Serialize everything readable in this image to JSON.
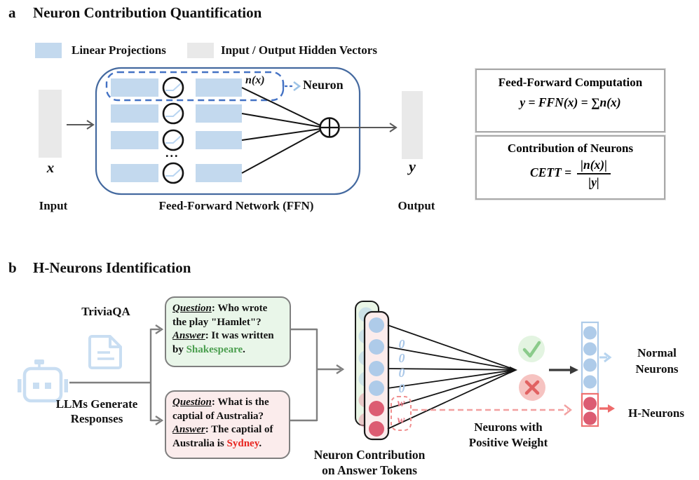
{
  "panel_a": {
    "label": "a",
    "title": "Neuron Contribution Quantification",
    "legend": {
      "linear_projections": "Linear Projections",
      "hidden_vectors": "Input / Output Hidden Vectors"
    },
    "input_var": "x",
    "input_label": "Input",
    "output_var": "y",
    "output_label": "Output",
    "ffn_caption": "Feed-Forward Network (FFN)",
    "neuron_fn": "n(x)",
    "neuron_label": "Neuron",
    "dots": "...",
    "ff_box": {
      "title": "Feed-Forward Computation",
      "formula": "y = FFN(x) = ∑n(x)"
    },
    "cett_box": {
      "title": "Contribution of Neurons",
      "lhs": "CETT =",
      "numerator": "|n(x)|",
      "denominator": "|y|"
    }
  },
  "panel_b": {
    "label": "b",
    "title": "H-Neurons Identification",
    "dataset": "TriviaQA",
    "llm_caption_line1": "LLMs Generate",
    "llm_caption_line2": "Responses",
    "qa_correct": {
      "question_label": "Question",
      "question_text": ": Who wrote the play \"Hamlet\"?",
      "answer_label": "Answer",
      "answer_text": ": It was written by ",
      "answer_highlight": "Shakespeare",
      "answer_period": "."
    },
    "qa_wrong": {
      "question_label": "Question",
      "question_text": ": What is the captial of Australia?",
      "answer_label": "Answer",
      "answer_text": ": The captial of Australia is ",
      "answer_highlight": "Sydney",
      "answer_period": "."
    },
    "weights": {
      "zeros": [
        "0",
        "0",
        "0",
        "0"
      ],
      "ws": [
        "w",
        "w"
      ]
    },
    "column_caption_line1": "Neuron Contribution",
    "column_caption_line2": "on Answer Tokens",
    "positive_weight_line1": "Neurons with",
    "positive_weight_line2": "Positive Weight",
    "normal_line1": "Normal",
    "normal_line2": "Neurons",
    "h_neurons_label": "H-Neurons"
  },
  "colors": {
    "linear_projection_blue": "#c3d9ee",
    "hidden_vector_gray": "#e9e9e9",
    "ffn_border_blue": "#44699f",
    "dashed_blue": "#4472c4",
    "correct_box_green": "#e9f6e9",
    "wrong_box_pink": "#fbecec",
    "correct_text_green": "#4a9e4e",
    "wrong_text_red": "#e8251f",
    "neuron_blue": "#aecbe9",
    "neuron_red": "#dc5c72",
    "icon_light_blue": "#c9def2",
    "check_green": "#8bcb8b",
    "cross_red": "#e16262"
  }
}
